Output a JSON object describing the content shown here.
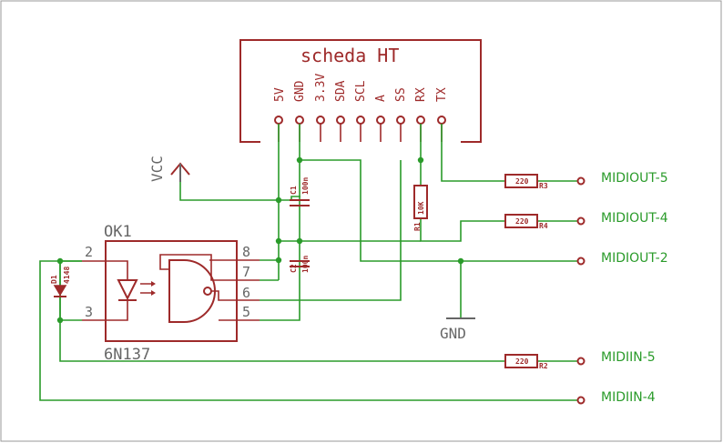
{
  "board": {
    "title": "scheda HT",
    "pins": [
      "5V",
      "GND",
      "3.3V",
      "SDA",
      "SCL",
      "A",
      "SS",
      "RX",
      "TX"
    ]
  },
  "optocoupler": {
    "name": "OK1",
    "part": "6N137",
    "pins": [
      "2",
      "3",
      "8",
      "7",
      "6",
      "5"
    ]
  },
  "supply": {
    "vcc": "VCC",
    "gnd": "GND"
  },
  "capacitors": [
    {
      "name": "C1",
      "value": "100n"
    },
    {
      "name": "C2",
      "value": "100n"
    }
  ],
  "diode": {
    "name": "D1",
    "value": "4148"
  },
  "resistors": [
    {
      "name": "R1",
      "value": "10K"
    },
    {
      "name": "R2",
      "value": "220"
    },
    {
      "name": "R3",
      "value": "220"
    },
    {
      "name": "R4",
      "value": "220"
    }
  ],
  "connectors": [
    "MIDIOUT-5",
    "MIDIOUT-4",
    "MIDIOUT-2",
    "MIDIIN-5",
    "MIDIIN-4"
  ],
  "colors": {
    "wire": "#2a9b2a",
    "part": "#9e2a2a",
    "label": "#666666"
  }
}
